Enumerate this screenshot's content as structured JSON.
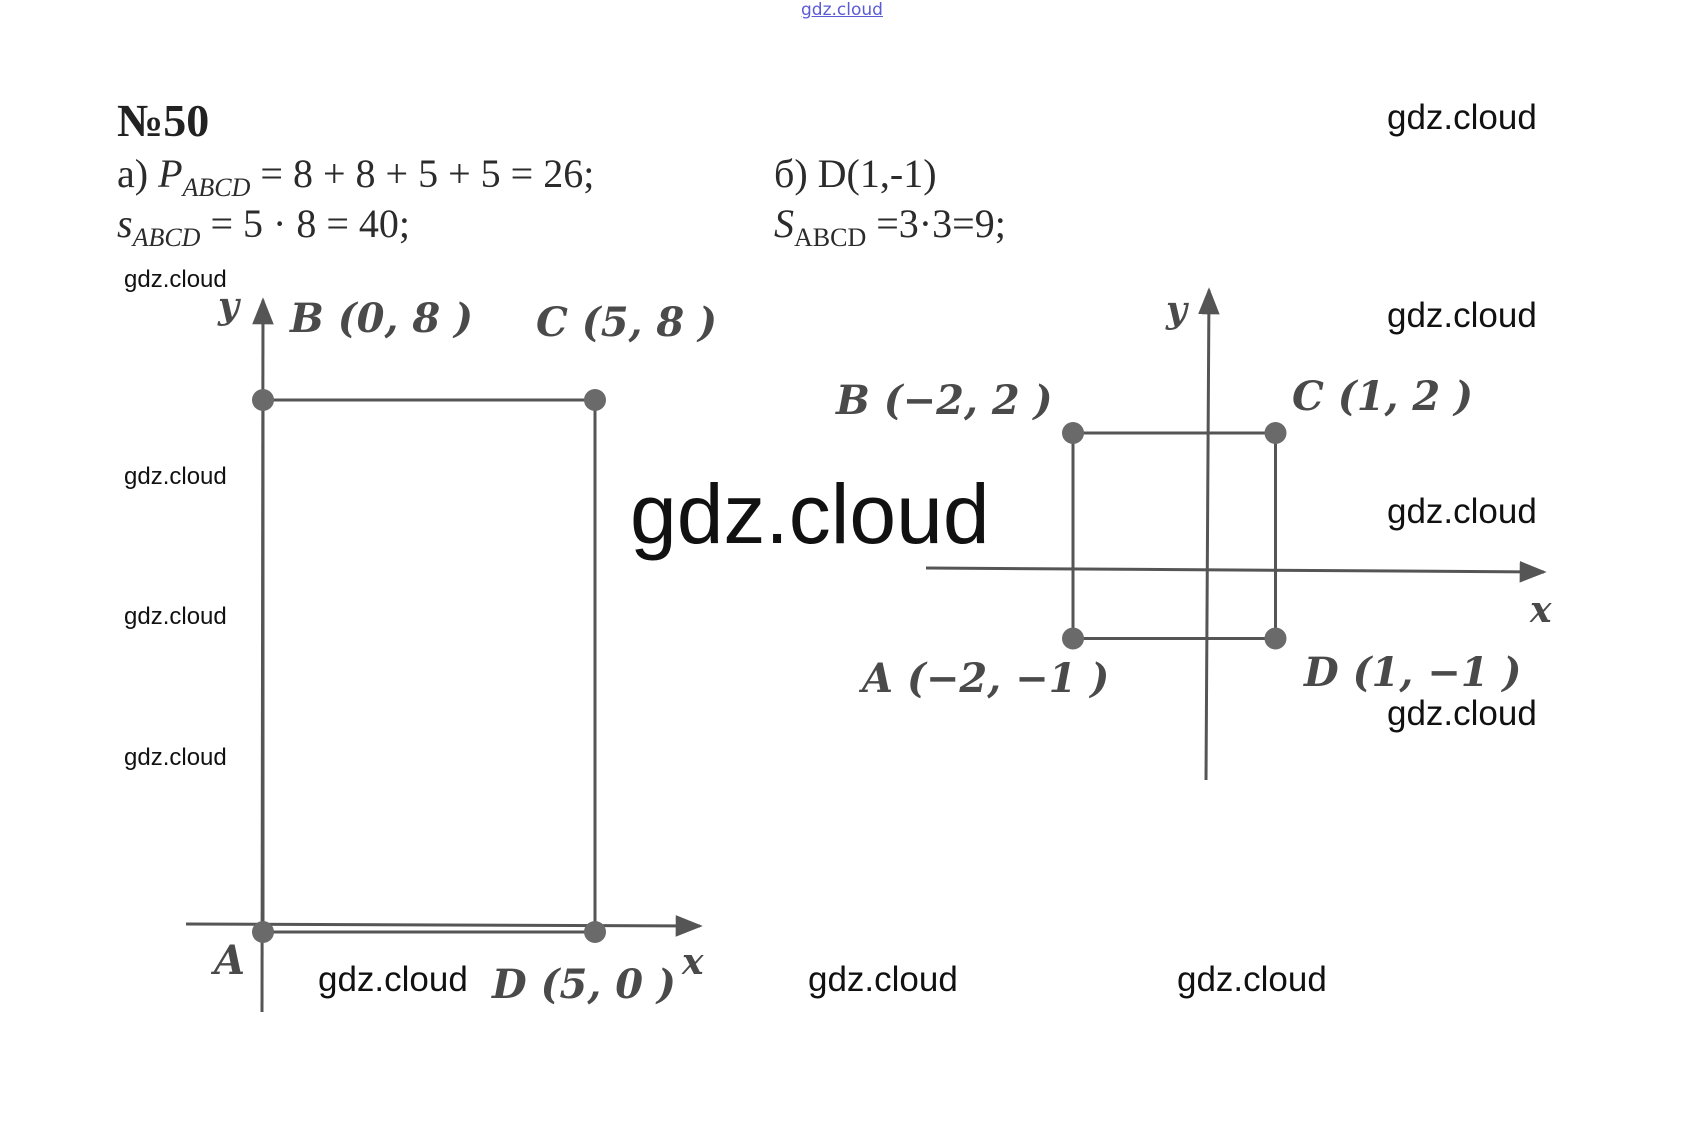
{
  "page": {
    "top_mark": "gdz.cloud",
    "title": "№50",
    "watermarks": [
      "gdz.cloud",
      "gdz.cloud",
      "gdz.cloud",
      "gdz.cloud",
      "gdz.cloud",
      "gdz.cloud",
      "gdz.cloud",
      "gdz.cloud",
      "gdz.cloud",
      "gdz.cloud",
      "gdz.cloud",
      "gdz.cloud"
    ]
  },
  "part_a": {
    "prefix": "а)",
    "p_letter": "P",
    "sub": "ABCD",
    "perimeter_expr": " = 8 + 8 + 5 + 5 = 26;",
    "s_letter": "s",
    "area_expr": " = 5 · 8 = 40;"
  },
  "part_b": {
    "point_line": "б) D(1,-1)",
    "s_letter": "S",
    "sub": "ABCD",
    "area_expr": " =3·3=9;"
  },
  "figure_a": {
    "axis_y": "y",
    "axis_x": "x",
    "points": [
      {
        "name": "A",
        "label": "A",
        "x": 0,
        "y": 0
      },
      {
        "name": "B",
        "label": "B (0, 8 )",
        "x": 0,
        "y": 8
      },
      {
        "name": "C",
        "label": "C (5, 8 )",
        "x": 5,
        "y": 8
      },
      {
        "name": "D",
        "label": "D (5, 0 )",
        "x": 5,
        "y": 0
      }
    ]
  },
  "figure_b": {
    "axis_y": "y",
    "axis_x": "x",
    "points": [
      {
        "name": "A",
        "label": "A (−2, −1 )",
        "x": -2,
        "y": -1
      },
      {
        "name": "B",
        "label": "B (−2, 2 )",
        "x": -2,
        "y": 2
      },
      {
        "name": "C",
        "label": "C (1, 2 )",
        "x": 1,
        "y": 2
      },
      {
        "name": "D",
        "label": "D (1, −1 )",
        "x": 1,
        "y": -1
      }
    ]
  },
  "colors": {
    "line": "#555555",
    "point": "#6a6a6a",
    "text": "#222222",
    "top_mark": "#5b5bd6"
  }
}
